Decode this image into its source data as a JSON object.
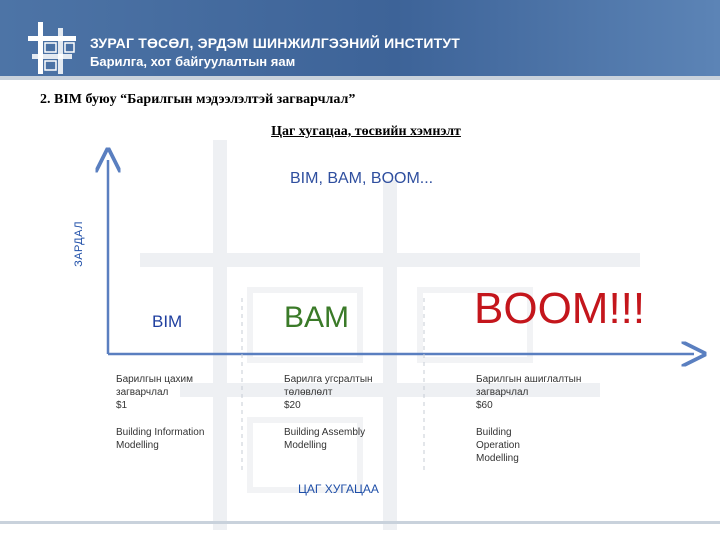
{
  "header": {
    "title": "ЗУРАГ ТӨСӨЛ, ЭРДЭМ ШИНЖИЛГЭЭНИЙ ИНСТИТУТ",
    "subtitle": "Барилга, хот байгуулалтын яам"
  },
  "heading": "2.   BIM буюу “Барилгын мэдээлэлтэй загварчлал”",
  "subheading": "Цаг хугацаа, төсвийн хэмнэлт",
  "diagram": {
    "y_axis_label": "ЗАРДАЛ",
    "x_axis_label": "ЦАГ ХУГАЦАА",
    "overall_label": "BIM, BAM, BOOM...",
    "stages": [
      {
        "name": "BIM",
        "color": "#1f3f9f",
        "mn_lines": [
          "Барилгын цахим",
          "загварчлал",
          "$1"
        ],
        "en_lines": [
          "Building Information",
          "Modelling"
        ]
      },
      {
        "name": "BAM",
        "color": "#3a7a28",
        "mn_lines": [
          "Барилга угсралтын",
          "төлөвлөлт",
          "$20"
        ],
        "en_lines": [
          "Building Assembly",
          "Modelling"
        ]
      },
      {
        "name": "BOOM!!!",
        "color": "#c4161c",
        "mn_lines": [
          "Барилгын ашиглалтын",
          "загварчлал",
          "$60"
        ],
        "en_lines": [
          "Building",
          "Operation",
          "Modelling"
        ]
      }
    ]
  },
  "colors": {
    "header_bg": "#4069a0",
    "axis": "#5a7fc0",
    "rule": "#c9d2dc"
  },
  "icons": {
    "logo": "institute-logo-icon"
  }
}
